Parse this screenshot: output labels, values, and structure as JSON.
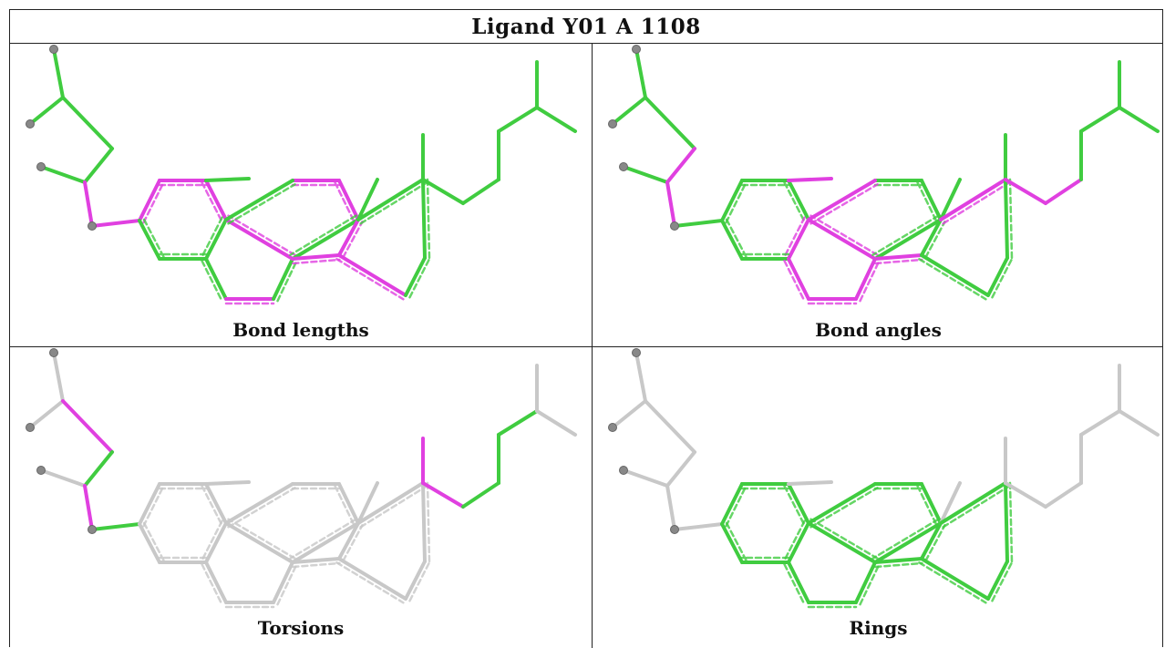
{
  "title": "Ligand Y01 A 1108",
  "panels": [
    {
      "id": "bond-lengths",
      "caption": "Bond lengths"
    },
    {
      "id": "bond-angles",
      "caption": "Bond angles"
    },
    {
      "id": "torsions",
      "caption": "Torsions"
    },
    {
      "id": "rings",
      "caption": "Rings"
    }
  ],
  "colors": {
    "outlier": "#e040e0",
    "ok": "#40cc40",
    "neutral": "#c8c8c8",
    "atom": "#888888"
  }
}
